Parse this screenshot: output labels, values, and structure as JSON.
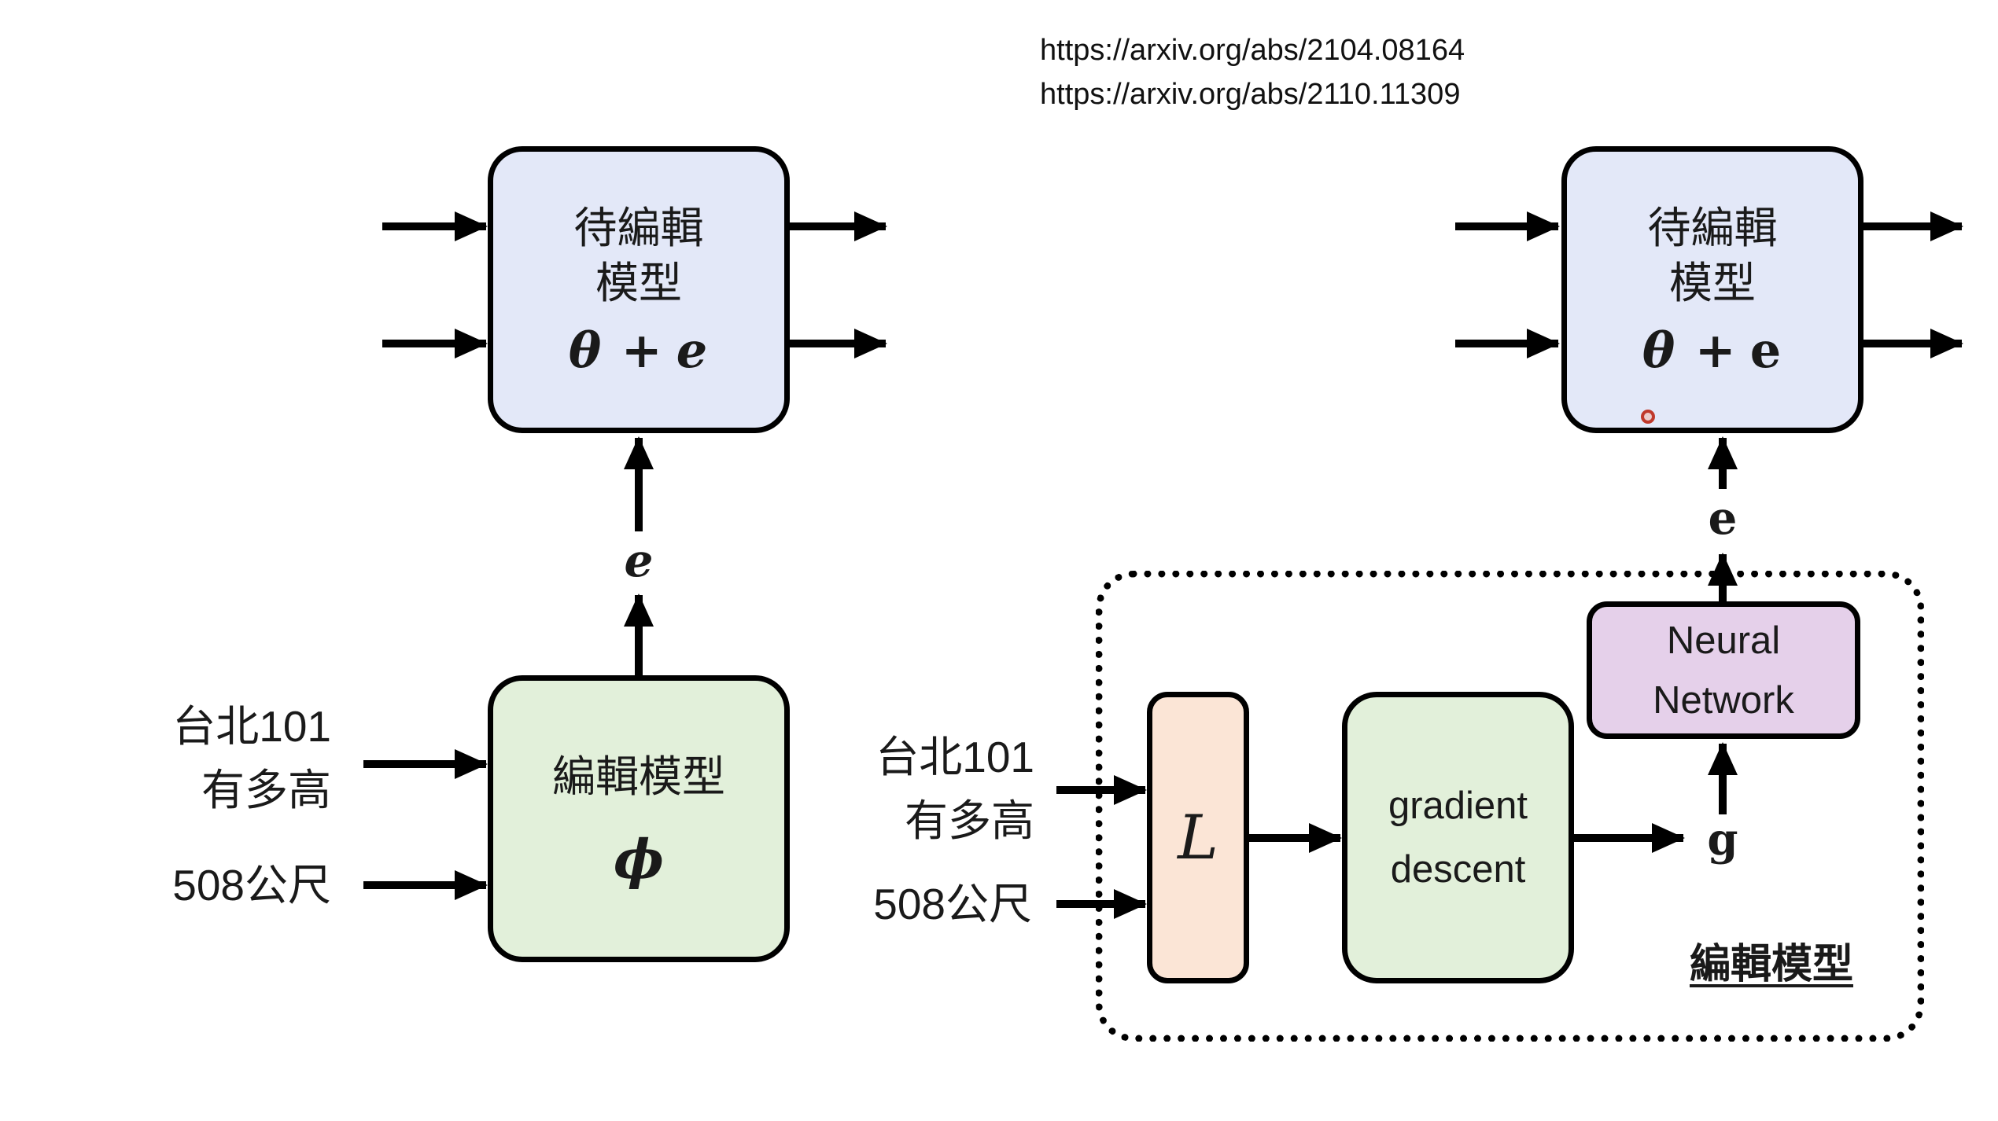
{
  "references": {
    "url1": "https://arxiv.org/abs/2104.08164",
    "url2": "https://arxiv.org/abs/2110.11309"
  },
  "left": {
    "edited": {
      "title_line1": "待編輯",
      "title_line2": "模型",
      "math_theta": "θ +",
      "math_e": "e"
    },
    "e_label": "e",
    "editor": {
      "label": "編輯模型",
      "math_phi": "ϕ"
    },
    "input_question_line1": "台北101",
    "input_question_line2": "有多高",
    "input_answer": "508公尺"
  },
  "right": {
    "edited": {
      "title_line1": "待編輯",
      "title_line2": "模型",
      "math_theta": "θ +",
      "math_e": "e"
    },
    "e_label": "e",
    "input_question_line1": "台北101",
    "input_question_line2": "有多高",
    "input_answer": "508公尺",
    "loss": {
      "label": "L"
    },
    "gradient_descent": {
      "line1": "gradient",
      "line2": "descent"
    },
    "g_label": "g",
    "neural_network": {
      "line1": "Neural",
      "line2": "Network"
    },
    "container_label": "編輯模型"
  },
  "colors": {
    "model_box_fill": "#e3e8f8",
    "green_box_fill": "#e2f0da",
    "loss_box_fill": "#fbe5d6",
    "nn_box_fill": "#e5d0ea",
    "arrow": "#000000",
    "laser_dot": "#c0392b",
    "background": "#ffffff"
  }
}
